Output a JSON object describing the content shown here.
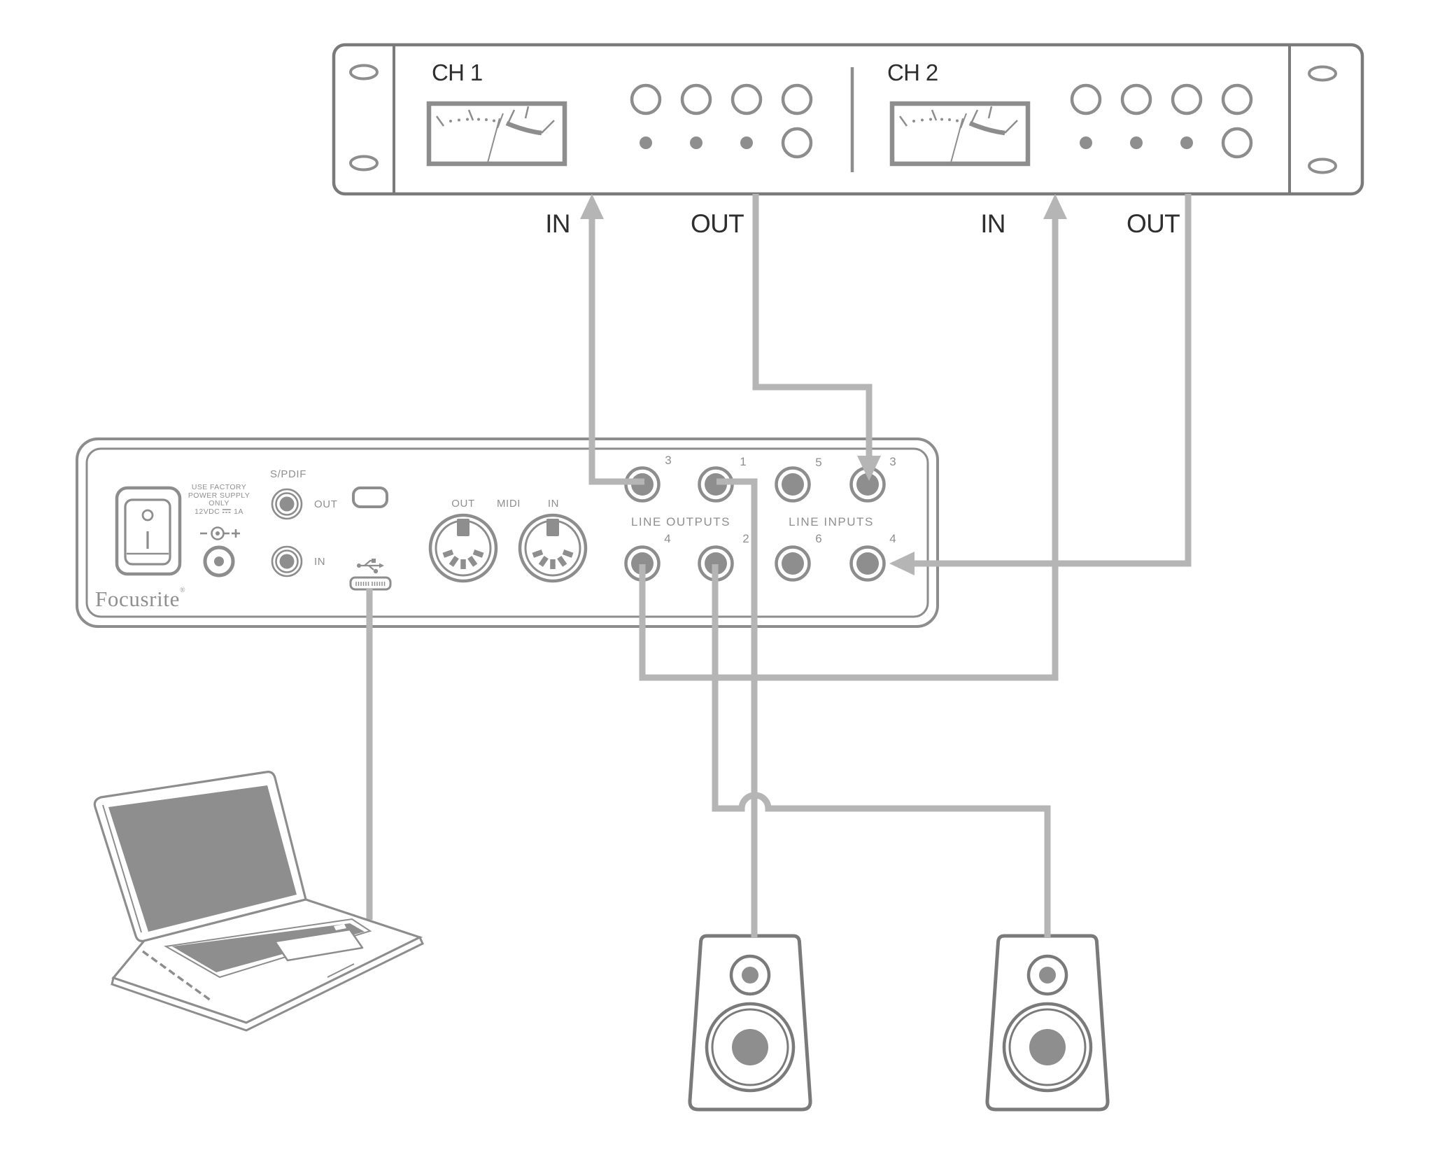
{
  "rack_unit": {
    "channels": [
      {
        "label": "CH 1",
        "in_label": "IN",
        "out_label": "OUT"
      },
      {
        "label": "CH 2",
        "in_label": "IN",
        "out_label": "OUT"
      }
    ]
  },
  "interface": {
    "brand": "Focusrite",
    "brand_reg": "®",
    "psu_warning": [
      "USE FACTORY",
      "POWER SUPPLY",
      "ONLY"
    ],
    "psu_rating_voltage": "12VDC",
    "psu_rating_current": "1A",
    "spdif": {
      "label": "S/PDIF",
      "out": "OUT",
      "in": "IN"
    },
    "midi": {
      "out": "OUT",
      "label": "MIDI",
      "in": "IN"
    },
    "line_outputs_label": "LINE OUTPUTS",
    "line_inputs_label": "LINE INPUTS",
    "jacks": [
      {
        "group": "line-outputs",
        "number": "3"
      },
      {
        "group": "line-outputs",
        "number": "1"
      },
      {
        "group": "line-inputs",
        "number": "5"
      },
      {
        "group": "line-inputs",
        "number": "3"
      },
      {
        "group": "line-outputs",
        "number": "4"
      },
      {
        "group": "line-outputs",
        "number": "2"
      },
      {
        "group": "line-inputs",
        "number": "6"
      },
      {
        "group": "line-inputs",
        "number": "4"
      }
    ]
  },
  "icons": {
    "usb": "usb-trident-icon",
    "dc_power": "dc-barrel-polarity-icon",
    "dc_current": "dc-equals-icon"
  },
  "colors": {
    "cable": "#b5b5b5",
    "outline": "#7a7a7a",
    "panel_line": "#8d8d8d",
    "fill": "#8e8e8e",
    "ink": "#2e2e2e",
    "muted_text": "#8f8f8f"
  }
}
